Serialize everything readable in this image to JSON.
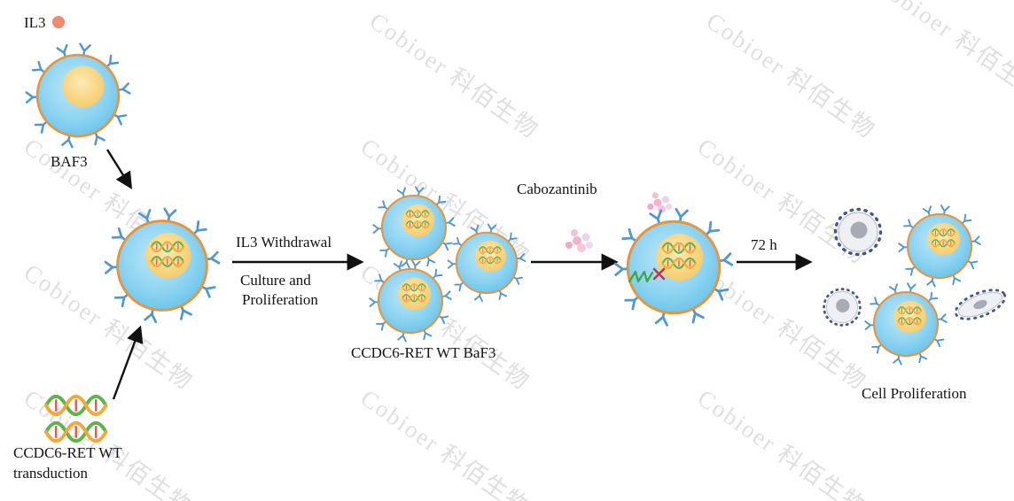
{
  "watermark": {
    "text": "Cobioer 科佰生物"
  },
  "labels": {
    "il3": "IL3",
    "baf3": "BAF3",
    "transduction": [
      "CCDC6-RET WT",
      "transduction"
    ],
    "step1": [
      "IL3 Withdrawal",
      "Culture and",
      "Proliferation"
    ],
    "cluster_label": "CCDC6-RET WT BaF3",
    "drug": "Cabozantinib",
    "duration": "72 h",
    "result": "Cell Proliferation"
  },
  "icons": {
    "baf3-cell": "blue cell with orange membrane, yellow nucleus and Y-shaped receptors",
    "dna-helix": "green and orange double helix",
    "drug-molecules": "cluster of pink and lavender dots",
    "apoptotic-cell": "gray shrunken cell with dotted dark-blue rim",
    "inhibition-mark": "green squiggle with red X",
    "arrow": "black arrow with solid triangular head",
    "il3-dot": "orange-red dot"
  },
  "colors": {
    "cell_fill": "#8ed4f2",
    "cell_outline": "#e8943c",
    "nucleus": "#f7c95f",
    "receptor": "#4e97d1",
    "dna_strand_green": "#5cb54a",
    "dna_strand_orange": "#f2a93b",
    "dna_rung_red": "#e05a4e",
    "drug_pink": "#f3b3cf",
    "il3_dot": "#f08a70",
    "apoptotic_body": "#eef0f4",
    "apoptotic_dots": "#44568f",
    "arrow": "#111111",
    "inhibit_x": "#cc3333",
    "watermark_gray": "#c6c6c6"
  }
}
